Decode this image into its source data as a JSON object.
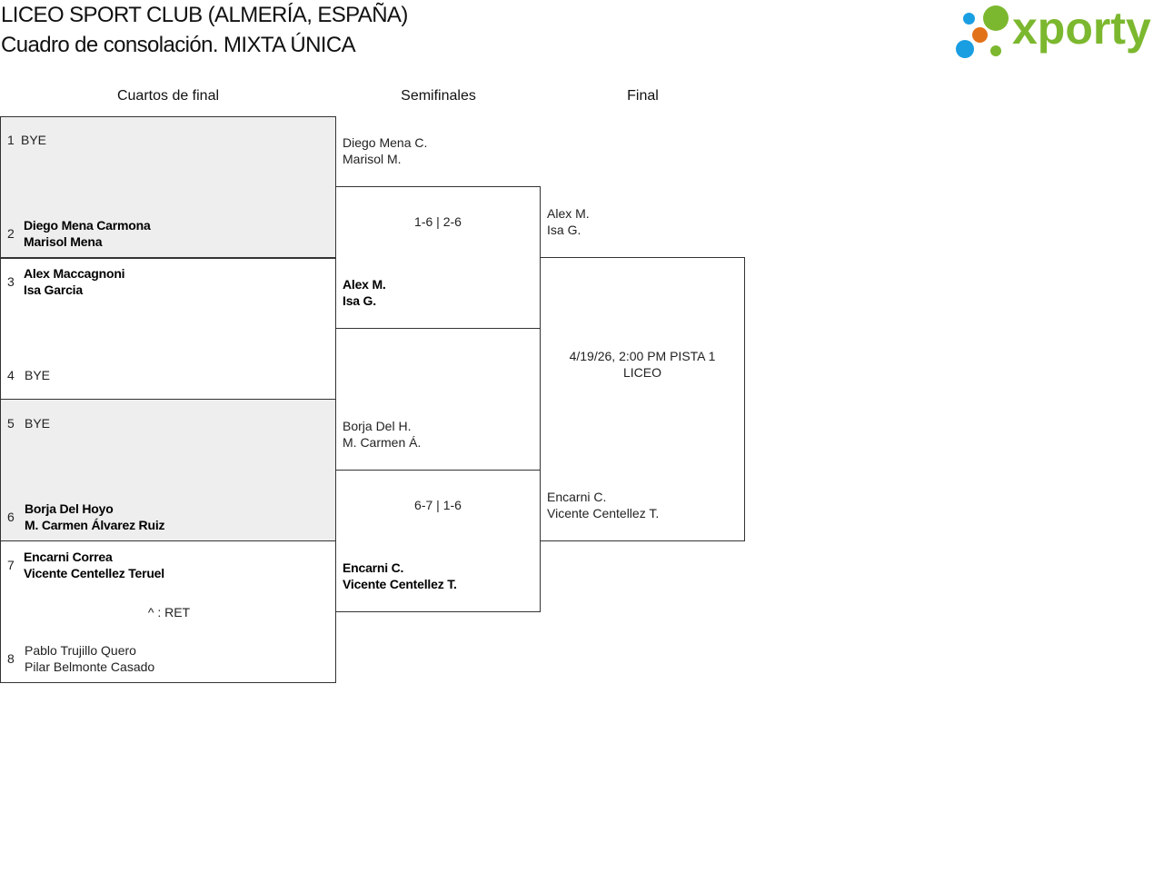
{
  "header": {
    "title": "LICEO SPORT CLUB (ALMERÍA, ESPAÑA)",
    "subtitle": "Cuadro de consolación. MIXTA ÚNICA",
    "logo_text": "xporty"
  },
  "colors": {
    "logo_green": "#7cb82f",
    "logo_blue": "#1a9ee2",
    "logo_orange": "#e2721a",
    "shaded_box": "#eeeeee",
    "border": "#333333"
  },
  "rounds": {
    "quarterfinals": "Cuartos de final",
    "semifinals": "Semifinales",
    "final": "Final"
  },
  "quarterfinals": [
    {
      "top": {
        "seed": "1",
        "player1": "BYE",
        "player2": ""
      },
      "bottom": {
        "seed": "2",
        "player1": "Diego Mena Carmona",
        "player2": "Marisol Mena"
      },
      "note": ""
    },
    {
      "top": {
        "seed": "3",
        "player1": "Alex Maccagnoni",
        "player2": "Isa Garcia"
      },
      "bottom": {
        "seed": "4",
        "player1": "BYE",
        "player2": ""
      },
      "note": ""
    },
    {
      "top": {
        "seed": "5",
        "player1": "BYE",
        "player2": ""
      },
      "bottom": {
        "seed": "6",
        "player1": "Borja Del Hoyo",
        "player2": "M. Carmen Álvarez Ruiz"
      },
      "note": ""
    },
    {
      "top": {
        "seed": "7",
        "player1": "Encarni Correa",
        "player2": "Vicente Centellez Teruel"
      },
      "bottom": {
        "seed": "8",
        "player1": "Pablo Trujillo Quero",
        "player2": "Pilar Belmonte Casado"
      },
      "note": "^ : RET"
    }
  ],
  "semifinals": [
    {
      "top": {
        "player1": "Diego Mena C.",
        "player2": "Marisol M."
      },
      "score": "1-6 | 2-6",
      "bottom": {
        "player1": "Alex M.",
        "player2": "Isa G."
      }
    },
    {
      "top": {
        "player1": "Borja Del H.",
        "player2": "M. Carmen Á."
      },
      "score": "6-7 | 1-6",
      "bottom": {
        "player1": "Encarni C.",
        "player2": "Vicente Centellez T."
      }
    }
  ],
  "final": {
    "top": {
      "player1": "Alex M.",
      "player2": "Isa G."
    },
    "schedule_line1": "4/19/26, 2:00 PM PISTA 1",
    "schedule_line2": "LICEO",
    "bottom": {
      "player1": "Encarni C.",
      "player2": "Vicente Centellez T."
    }
  }
}
